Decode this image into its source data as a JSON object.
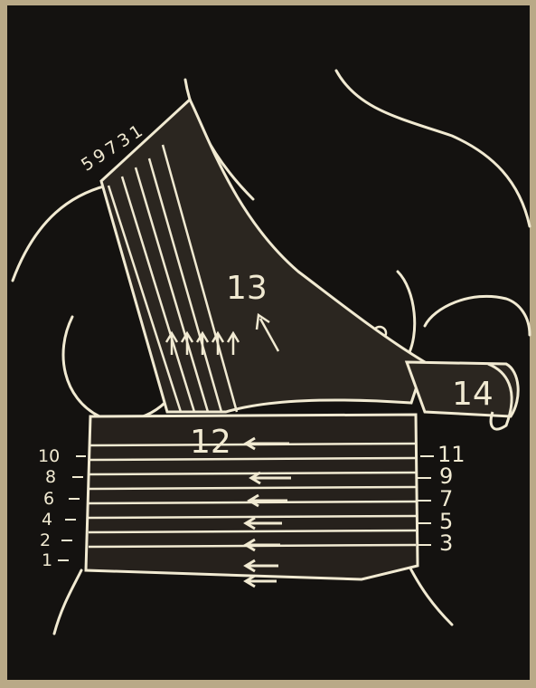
{
  "figure": {
    "background_color": "#b9a987",
    "panel_color": "#141210",
    "line_color": "#f1ead2",
    "labels": {
      "bandage_12": "12",
      "bandage_13": "13",
      "bandage_14": "14",
      "left_numbers": [
        "10",
        "8",
        "6",
        "4",
        "2",
        "1"
      ],
      "right_numbers": [
        "11",
        "9",
        "7",
        "5",
        "3"
      ],
      "shoulder_numbers": [
        "5",
        "9",
        "7",
        "3",
        "1"
      ]
    }
  }
}
